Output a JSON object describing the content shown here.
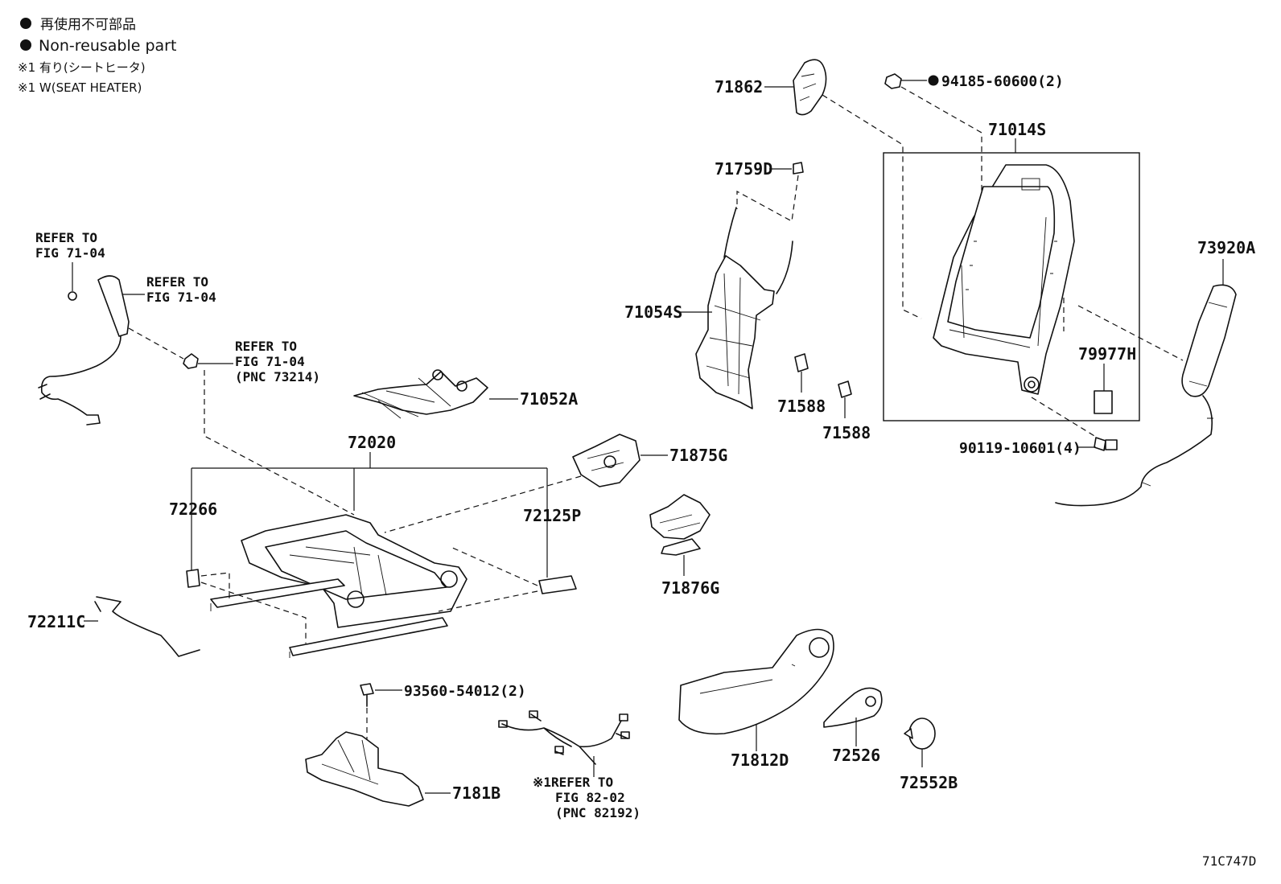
{
  "legend": {
    "line1": "再使用不可部品",
    "line2": "Non-reusable part",
    "line3": "※1 有り(シートヒータ)",
    "line4": "※1 W(SEAT HEATER)"
  },
  "diagram_code": "71C747D",
  "parts": {
    "p71862": "71862",
    "p94185": "94185-60600(2)",
    "p71014s": "71014S",
    "p71759d": "71759D",
    "p73920a": "73920A",
    "p71054s": "71054S",
    "p79977h": "79977H",
    "p71588a": "71588",
    "p71588b": "71588",
    "p71052a": "71052A",
    "p90119": "90119-10601(4)",
    "p72020": "72020",
    "p71875g": "71875G",
    "p72266": "72266",
    "p72125p": "72125P",
    "p71876g": "71876G",
    "p72211c": "72211C",
    "p93560": "93560-54012(2)",
    "p7181b": "7181B",
    "p71812d": "71812D",
    "p72526": "72526",
    "p72552b": "72552B"
  },
  "refs": {
    "r1_l1": "REFER TO",
    "r1_l2": "FIG 71-04",
    "r2_l1": "REFER TO",
    "r2_l2": "FIG 71-04",
    "r3_l1": "REFER TO",
    "r3_l2": "FIG 71-04",
    "r3_l3": "(PNC 73214)",
    "r4_l1": "※1REFER TO",
    "r4_l2": "FIG 82-02",
    "r4_l3": "(PNC 82192)"
  }
}
